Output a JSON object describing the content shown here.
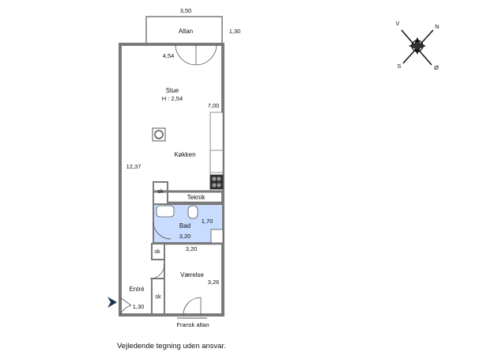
{
  "rooms": {
    "altan": "Altan",
    "stue": "Stue",
    "stue_height": "H : 2,54",
    "kokken": "Køkken",
    "teknik": "Teknik",
    "bad": "Bad",
    "vaerelse": "Værelse",
    "entre": "Entré",
    "fransk_altan": "Fransk altan"
  },
  "dimensions": {
    "altan_width": "3,50",
    "altan_depth": "1,30",
    "stue_width": "4,54",
    "stue_side": "7,00",
    "total_length": "12,37",
    "bad_depth": "1,70",
    "bad_width": "3,20",
    "vaerelse_width": "3,20",
    "vaerelse_depth": "3,26",
    "entre_width": "1,30"
  },
  "closets": [
    "sk",
    "sk",
    "sk"
  ],
  "compass": {
    "north": "N",
    "south": "S",
    "east": "Ø",
    "west": "V"
  },
  "footer": {
    "note": "Vejledende tegning uden ansvar."
  },
  "colors": {
    "bathroom_fill": "#c8dcff",
    "walls": "#7a7a7a",
    "entry_arrow": "#1e3550"
  }
}
